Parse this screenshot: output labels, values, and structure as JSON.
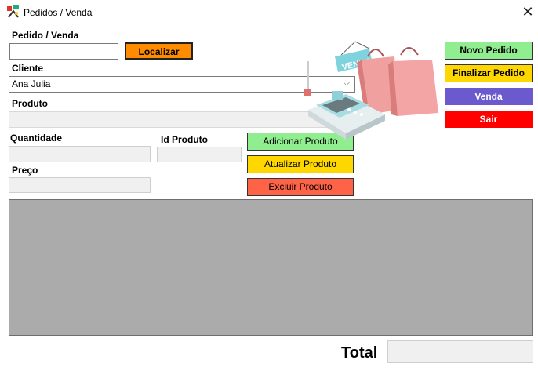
{
  "window": {
    "title": "Pedidos / Venda",
    "close_icon": "close-icon"
  },
  "form": {
    "pedido_label": "Pedido / Venda",
    "pedido_value": "",
    "localizar_label": "Localizar",
    "cliente_label": "Cliente",
    "cliente_value": "Ana Julia",
    "produto_label": "Produto",
    "produto_value": "",
    "quantidade_label": "Quantidade",
    "id_produto_label": "Id Produto",
    "preco_label": "Preço"
  },
  "actions": {
    "adicionar": "Adicionar Produto",
    "atualizar": "Atualizar Produto",
    "excluir": "Excluir Produto",
    "novo_pedido": "Novo Pedido",
    "finalizar_pedido": "Finalizar Pedido",
    "venda": "Venda",
    "sair": "Sair"
  },
  "illustration": {
    "sign_text": "VENDA"
  },
  "footer": {
    "total_label": "Total",
    "total_value": ""
  },
  "colors": {
    "localizar": "#ff8c00",
    "green": "#90ee90",
    "yellow": "#ffd700",
    "tomato": "#ff6347",
    "purple": "#6a5acd",
    "red": "#ff0000",
    "grid": "#ababab"
  }
}
